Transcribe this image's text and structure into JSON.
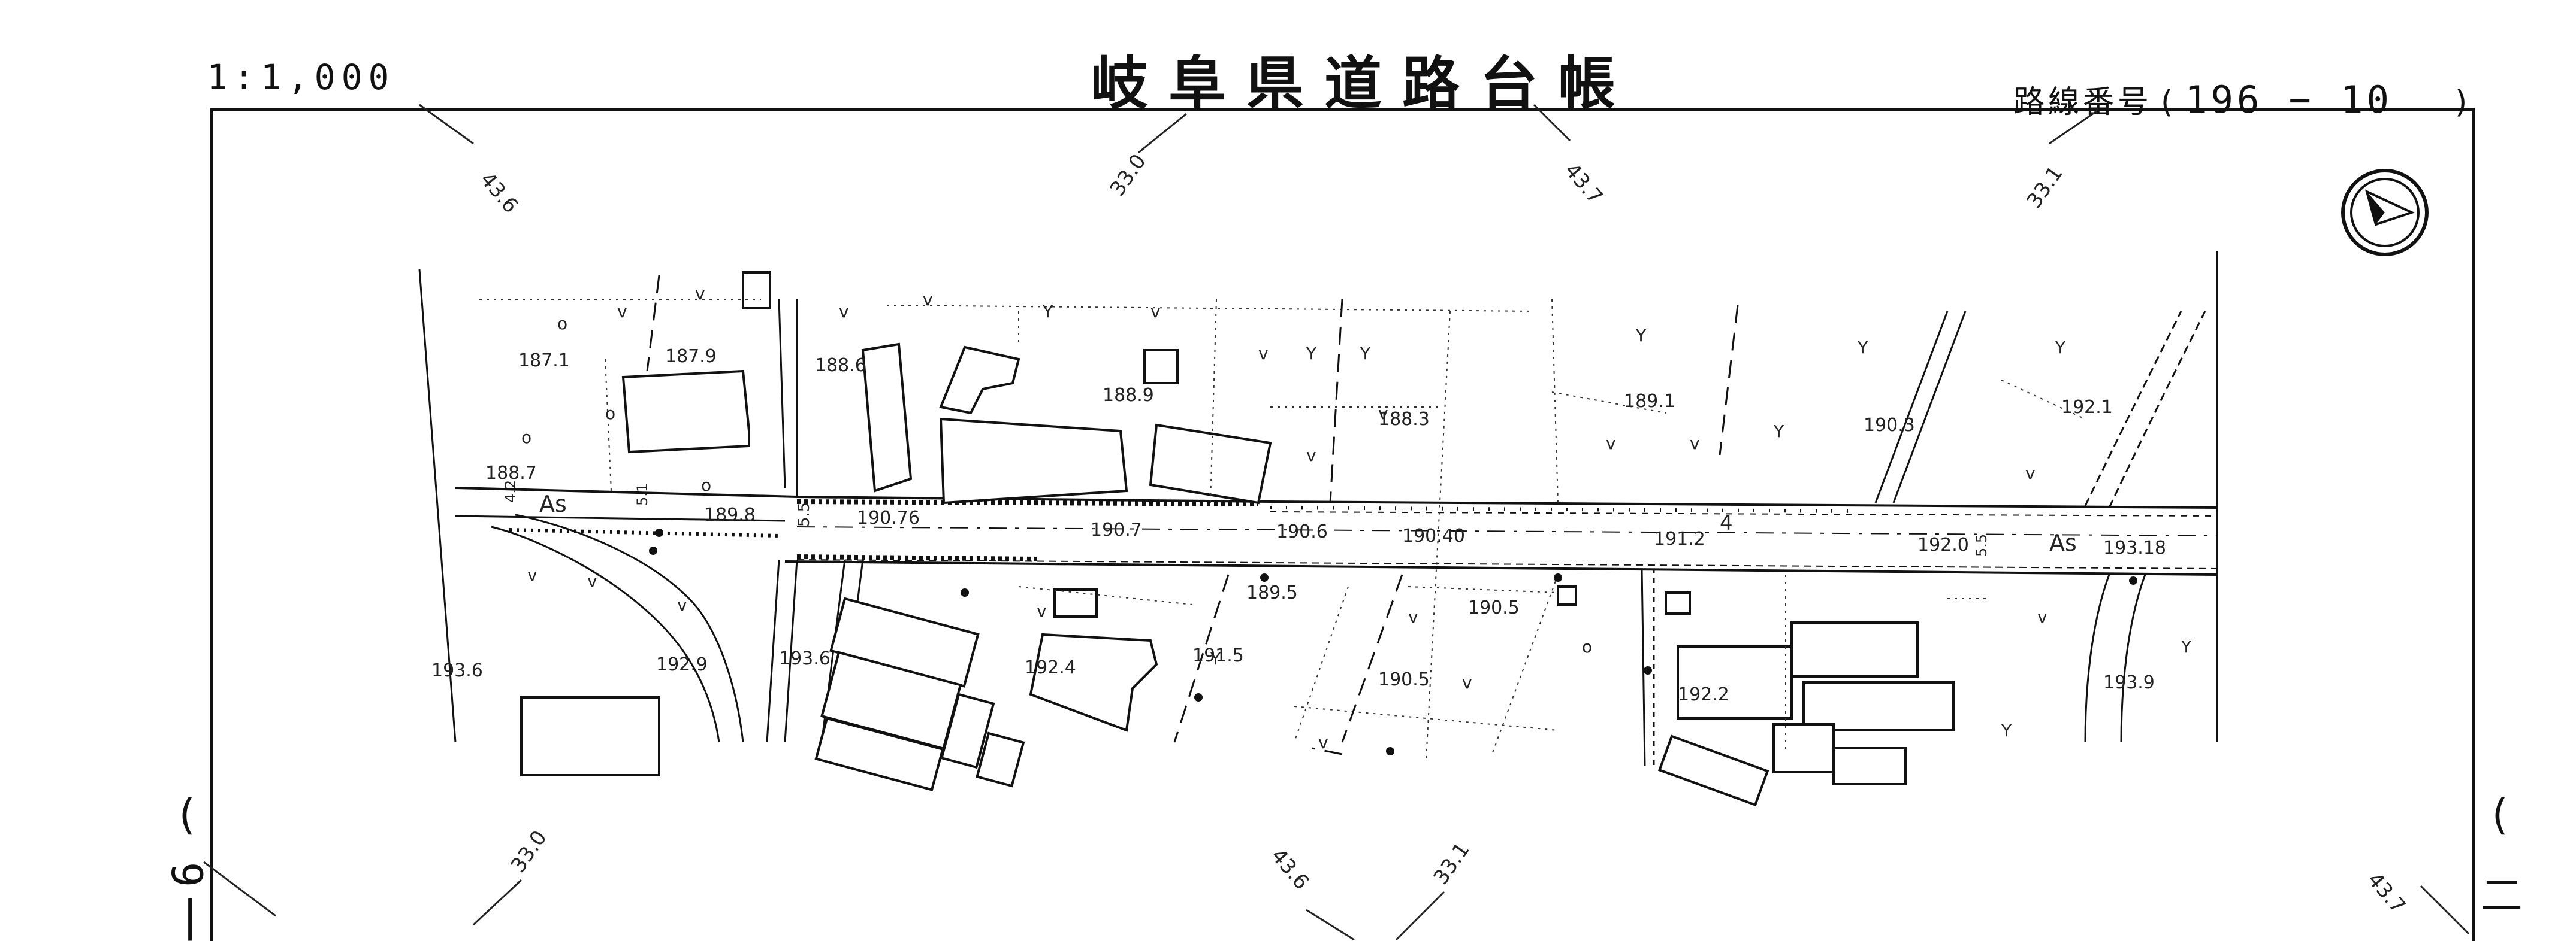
{
  "header": {
    "scale": "1:1,000",
    "title": "岐阜県道路台帳",
    "route_label": "路線番号",
    "route_open": "(",
    "route_number": "196 − 10",
    "route_close": ")"
  },
  "north_arrow_icon": "north-arrow-icon",
  "grid_labels": {
    "g1": "43.6",
    "g2": "33.0",
    "g3": "43.7",
    "g4": "33.1",
    "g5": "33.0",
    "g6": "43.6",
    "g7": "33.1",
    "g8": "43.7"
  },
  "elevations": {
    "e1": "187.1",
    "e2": "187.9",
    "e3": "188.6",
    "e4": "188.9",
    "e5": "188.3",
    "e6": "189.1",
    "e7": "190.3",
    "e8": "192.1",
    "e9": "188.7",
    "e10": "189.8",
    "e11": "190.76",
    "e12": "190.7",
    "e13": "190.6",
    "e14": "190.40",
    "e15": "191.2",
    "e16": "192.0",
    "e17": "193.18",
    "e18": "189.5",
    "e19": "190.5",
    "e20": "193.6",
    "e21": "192.4",
    "e22": "191.5",
    "e23": "190.5",
    "e24": "192.2",
    "e25": "193.9",
    "e26": "193.6",
    "e27": "192.9"
  },
  "road_labels": {
    "as_left": "As",
    "as_right": "As",
    "width_a": "5.5",
    "width_b": "4.2",
    "width_c": "5.5",
    "width_d": "5.1",
    "km_4": "4"
  },
  "edge_marks": {
    "left_paren": "(",
    "left_nine": "9",
    "left_dash": "|",
    "right_paren": "(",
    "right_eq": "二"
  }
}
